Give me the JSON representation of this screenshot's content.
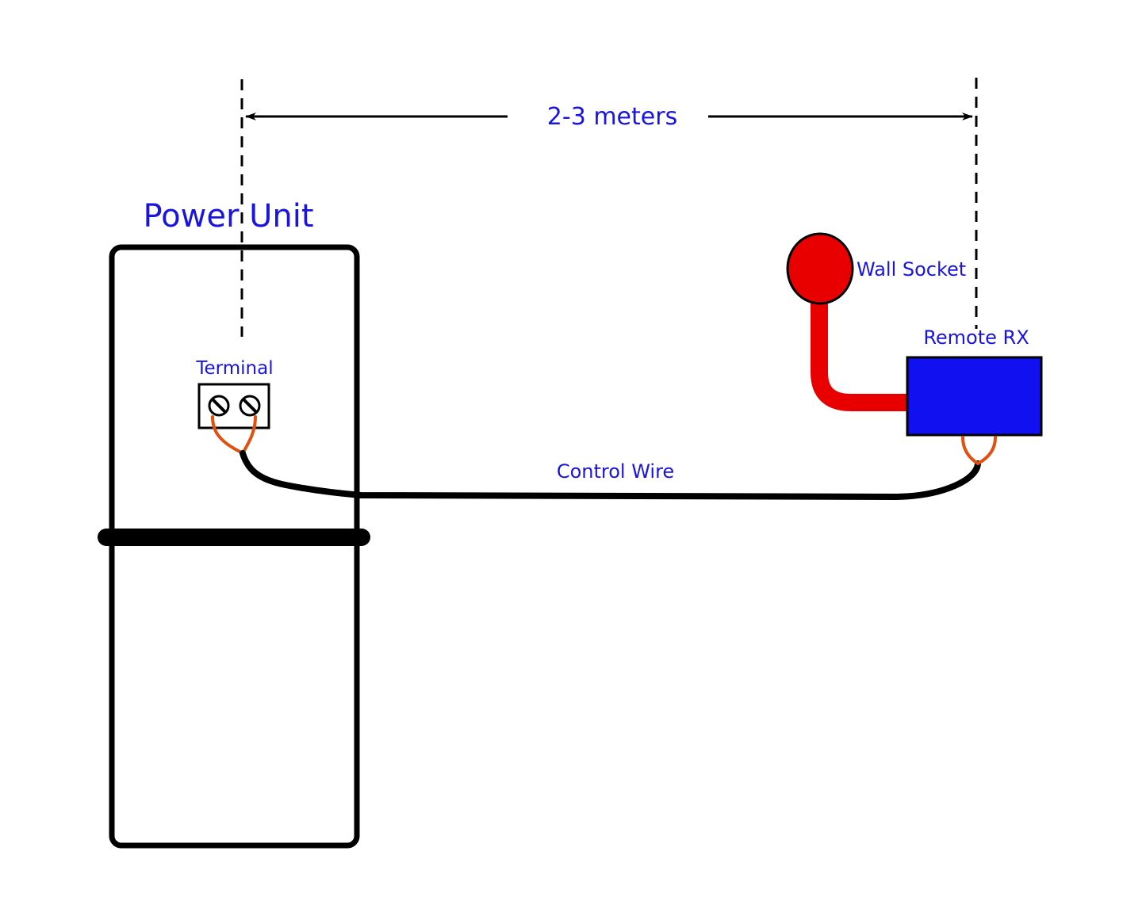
{
  "dimension": {
    "label": "2-3 meters"
  },
  "labels": {
    "power_unit": "Power Unit",
    "terminal": "Terminal",
    "wall_socket": "Wall Socket",
    "remote_rx": "Remote RX",
    "control_wire": "Control Wire"
  },
  "colors": {
    "label_text": "#1a14e0",
    "outline": "#000000",
    "socket_fill": "#e80000",
    "power_cable": "#e80000",
    "receiver_fill": "#1010f0",
    "terminal_leads": "#e05010",
    "control_wire": "#000000",
    "background": "#ffffff"
  }
}
